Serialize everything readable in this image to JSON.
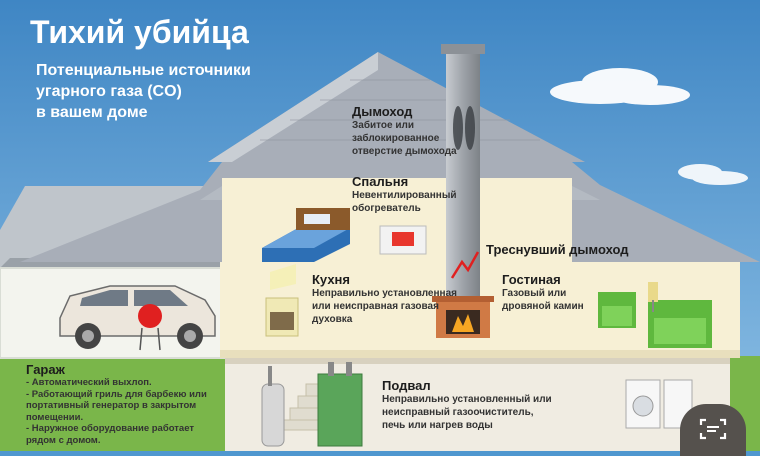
{
  "header": {
    "title": "Тихий убийца",
    "subtitle_lines": [
      "Потенциальные источники",
      "угарного газа (CO)",
      "в вашем доме"
    ]
  },
  "chimney": {
    "title": "Дымоход",
    "desc_lines": [
      "Забитое или",
      "заблокированное",
      "отверстие дымохода"
    ]
  },
  "bedroom": {
    "title": "Спальня",
    "desc_lines": [
      "Невентилированный",
      "обогреватель"
    ]
  },
  "cracked_chimney": {
    "label": "Треснувший дымоход"
  },
  "kitchen": {
    "title": "Кухня",
    "desc_lines": [
      "Неправильно установленная",
      "или неисправная газовая",
      "духовка"
    ]
  },
  "living_room": {
    "title": "Гостиная",
    "desc_lines": [
      "Газовый или",
      "дровяной камин"
    ]
  },
  "garage": {
    "title": "Гараж",
    "items": [
      "- Автоматический выхлоп.",
      "- Работающий гриль для барбекю или",
      "портативный генератор в закрытом",
      "помещении.",
      "- Наружное оборудование работает",
      "рядом с домом."
    ]
  },
  "basement": {
    "title": "Подвал",
    "desc_lines": [
      "Неправильно установленный или",
      "неисправный газоочиститель,",
      "печь или нагрев воды"
    ]
  },
  "colors": {
    "sky": "#4f97cf",
    "roof": "#a8aeb8",
    "wall": "#f7f0d5",
    "chimney": "#9a9fa6",
    "grass": "#7ab64a"
  }
}
